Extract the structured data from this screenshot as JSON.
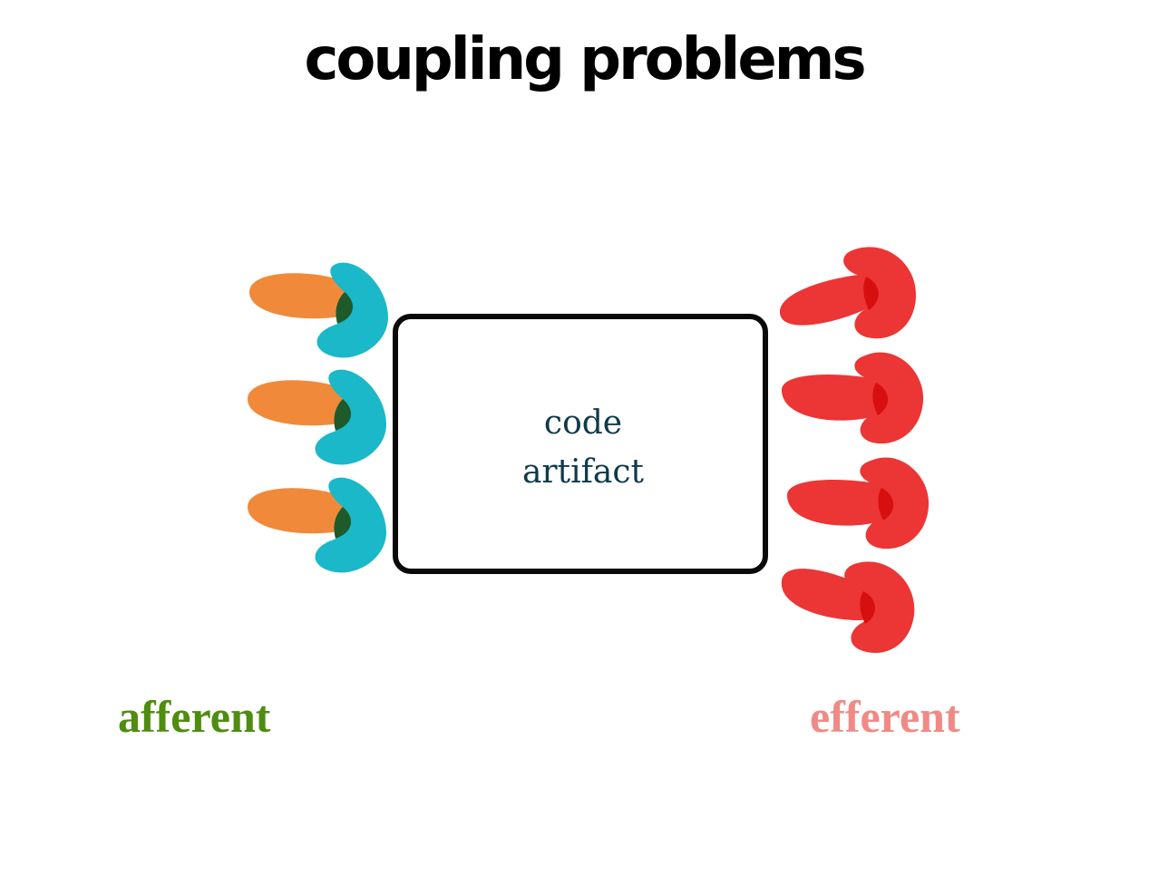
{
  "slide": {
    "title": "coupling problems"
  },
  "artifact": {
    "line1": "code",
    "line2": "artifact"
  },
  "labels": {
    "afferent": "afferent",
    "efferent": "efferent"
  },
  "colors": {
    "afferent_tail": "#f08a3a",
    "afferent_head": "#1ab8c8",
    "afferent_overlap": "#1f5a2a",
    "efferent": "#ec3535",
    "efferent_overlap": "#d80f0f",
    "afferent_text": "#4f8c0f",
    "efferent_text": "#f08a86",
    "artifact_text": "#0f3a4a"
  },
  "diagram": {
    "afferent_arrow_count": 3,
    "efferent_arrow_count": 4
  }
}
